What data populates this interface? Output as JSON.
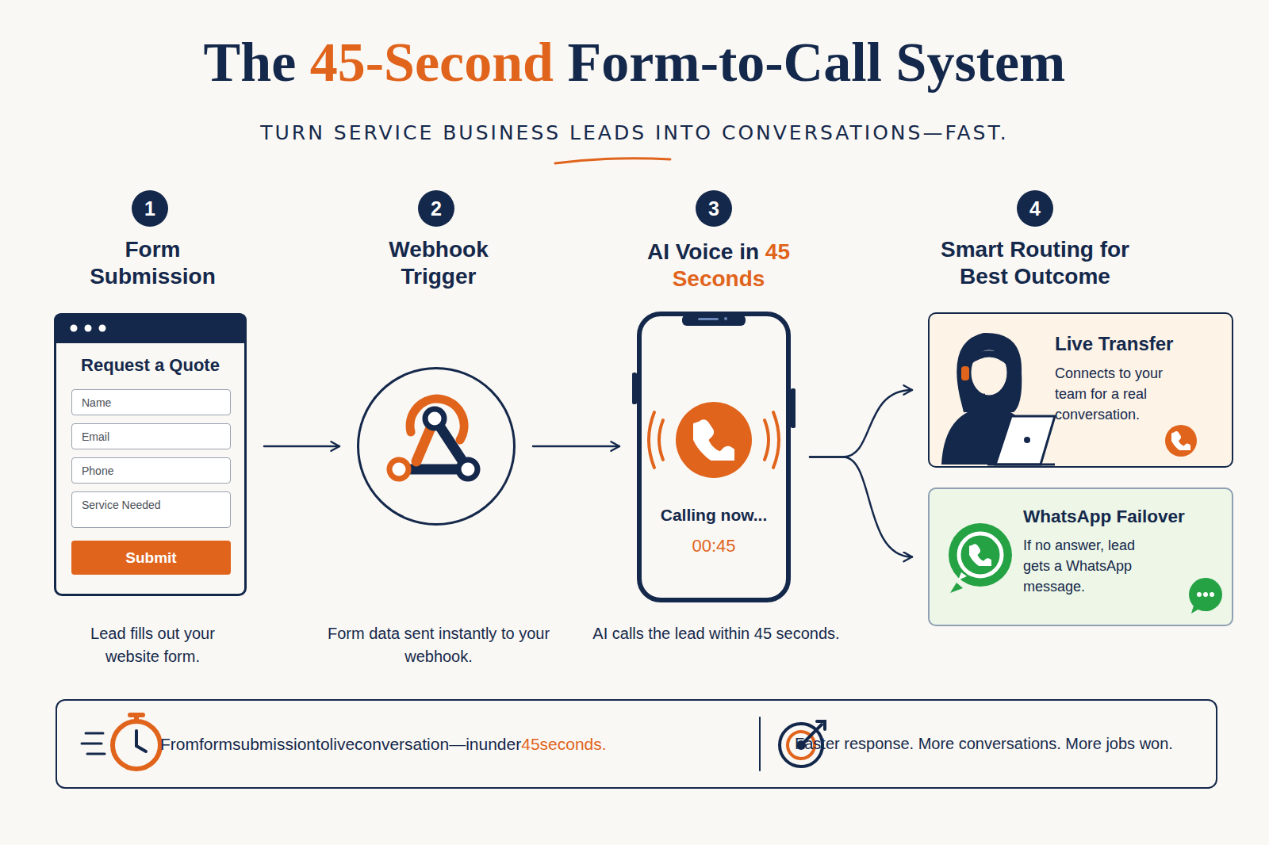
{
  "diagram": {
    "title": "The 45-Second Form-to-Call System",
    "nodes": [
      {
        "text": [
          "Form Submission",
          "Request a Quote",
          "Lead fills out your website form."
        ]
      },
      {
        "text": [
          "Name"
        ],
        "in": 0
      },
      {
        "text": [
          "Email"
        ],
        "in": 0
      },
      {
        "text": [
          "Phone"
        ],
        "in": 0
      },
      {
        "text": [
          "Service Needed"
        ],
        "in": 0
      },
      {
        "text": [
          "Submit"
        ],
        "in": 0
      },
      {
        "text": [
          "Webhook Trigger",
          "Form data sent instantly to your webhook."
        ]
      },
      {
        "text": [
          "AI Voice in 45 Seconds",
          "Calling now...",
          "00:45",
          "AI calls the lead within 45 seconds."
        ]
      },
      {
        "text": [
          "Live Transfer",
          "Connects to your team for a real conversation."
        ]
      },
      {
        "text": [
          "WhatsApp Failover",
          "If no answer, lead gets a WhatsApp message."
        ]
      },
      {
        "text": [
          "From form submission to live conversation—in under 45 seconds.",
          "Faster response. More conversations. More jobs won."
        ]
      }
    ],
    "edges": [
      {
        "from": 0,
        "to": 6,
        "arrow": "to"
      },
      {
        "from": 6,
        "to": 7,
        "arrow": "to"
      },
      {
        "from": 7,
        "to": 8,
        "arrow": "to"
      },
      {
        "from": 7,
        "to": 9,
        "arrow": "to"
      }
    ],
    "labels": [
      "TURN SERVICE BUSINESS LEADS INTO CONVERSATIONS—FAST.",
      "1",
      "2",
      "3",
      "4",
      "Smart Routing for Best Outcome"
    ]
  }
}
